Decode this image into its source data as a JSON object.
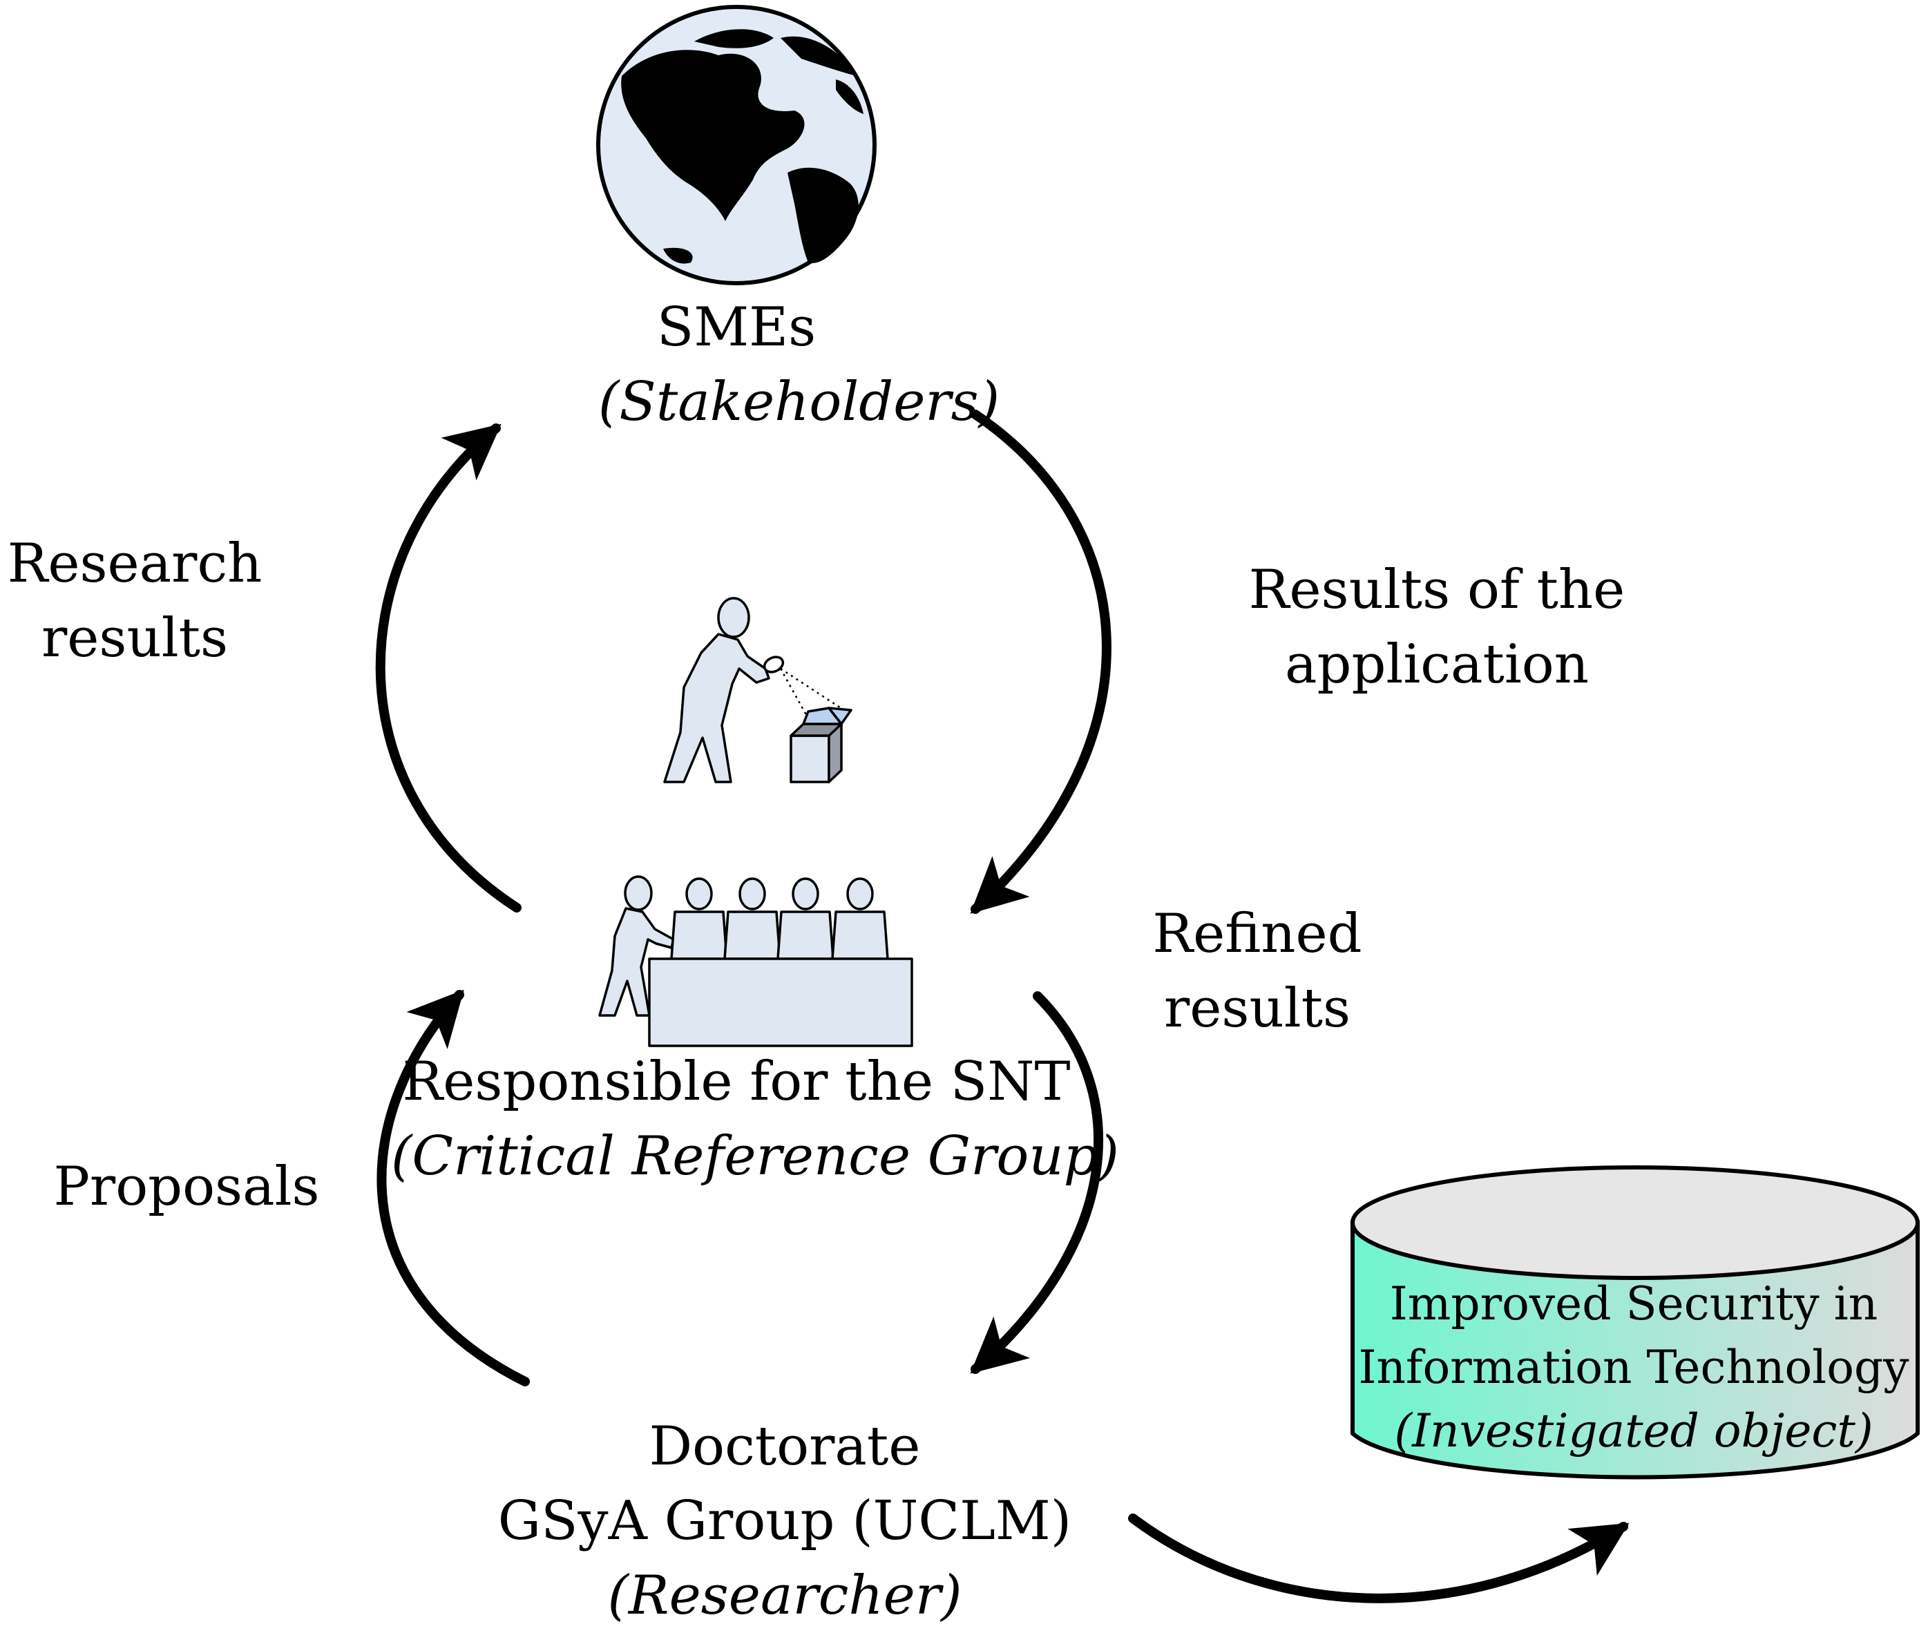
{
  "nodes": {
    "smes": {
      "title": "SMEs",
      "role": "(Stakeholders)"
    },
    "crg": {
      "title": "Responsible for the SNT",
      "role": "(Critical Reference Group)"
    },
    "researcher": {
      "title_line1": "Doctorate",
      "title_line2": "GSyA Group (UCLM)",
      "role": "(Researcher)"
    },
    "object": {
      "title_line1": "Improved Security in",
      "title_line2": "Information Technology",
      "role": "(Investigated object)"
    }
  },
  "edges": {
    "research_results": {
      "line1": "Research",
      "line2": "results"
    },
    "results_application": {
      "line1": "Results of the",
      "line2": "application"
    },
    "refined_results": {
      "line1": "Refined",
      "line2": "results"
    },
    "proposals": {
      "label": "Proposals"
    }
  },
  "colors": {
    "globe_fill": "#e2eaf5",
    "figure_fill": "#dfe7f3",
    "cylinder_top": "#e6e6e6",
    "cylinder_body_start": "#6ff5d0",
    "cylinder_body_end": "#dcdcdc",
    "stroke": "#000000"
  },
  "icons": [
    "globe-icon",
    "inspector-icon",
    "committee-icon",
    "database-cylinder-icon"
  ]
}
